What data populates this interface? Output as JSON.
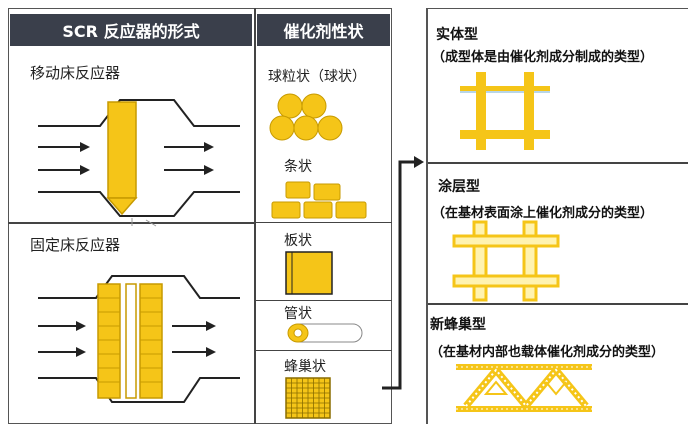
{
  "left_table": {
    "col1_header": "SCR 反应器的形式",
    "col2_header": "催化剂性状",
    "reactors": [
      {
        "label": "移动床反应器"
      },
      {
        "label": "固定床反应器"
      }
    ],
    "shapes": [
      {
        "label": "球粒状（球状）"
      },
      {
        "label": "条状"
      },
      {
        "label": "板状"
      },
      {
        "label": "管状"
      },
      {
        "label": "蜂巢状"
      }
    ]
  },
  "right_panel": {
    "types": [
      {
        "title": "实体型",
        "desc": "（成型体是由催化剂成分制成的类型）"
      },
      {
        "title": "涂层型",
        "desc": "（在基材表面涂上催化剂成分的类型）"
      },
      {
        "title": "新蜂巢型",
        "desc": "（在基材内部也载体催化剂成分的类型）"
      }
    ]
  },
  "colors": {
    "catalyst": "#f5c518",
    "catalyst_dark": "#c79a00",
    "header_bg": "#3a3f4b",
    "lines": "#444444"
  }
}
